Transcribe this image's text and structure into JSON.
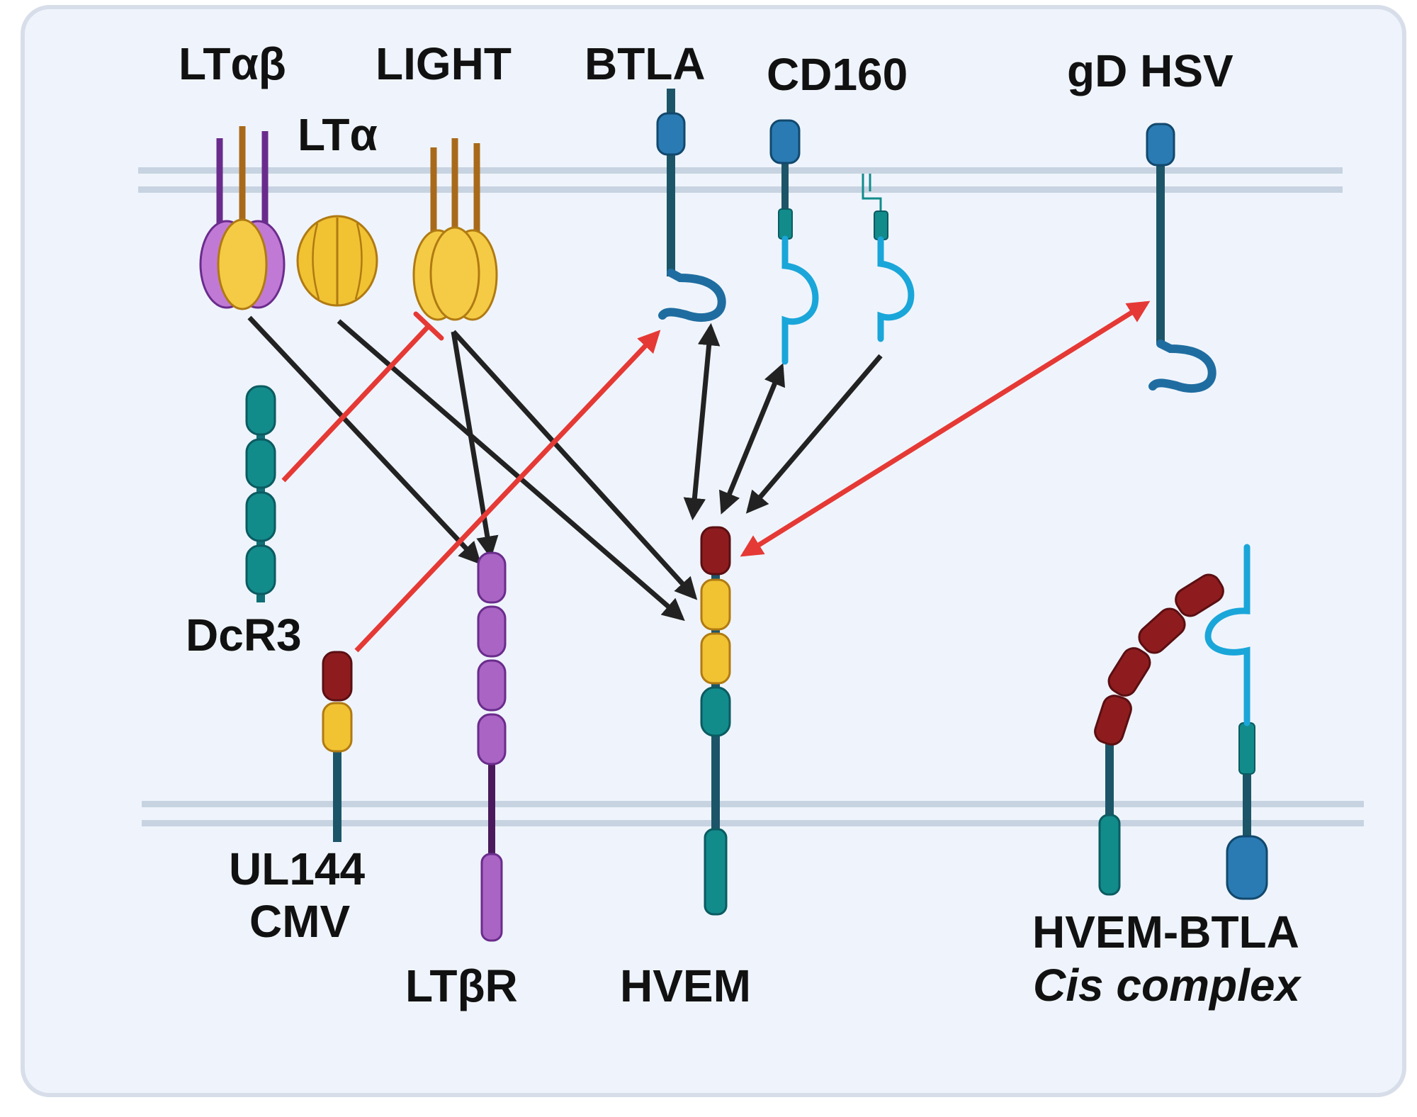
{
  "labels": {
    "lt_ab": "LTαβ",
    "light": "LIGHT",
    "btla": "BTLA",
    "cd160": "CD160",
    "gd_hsv": "gD HSV",
    "lt_a": "LTα",
    "dcr3": "DcR3",
    "ul144_line1": "UL144",
    "ul144_line2": "CMV",
    "ltbr": "LTβR",
    "hvem": "HVEM",
    "cis_line1": "HVEM-BTLA",
    "cis_line2": "Cis complex"
  },
  "colors": {
    "panel_bg": "#eff4fc",
    "panel_border": "#d8dee9",
    "membrane": "#c7d3e1",
    "arrow_black": "#222222",
    "arrow_red": "#e53935",
    "teal": "#128b8b",
    "dark_teal": "#1d5568",
    "blue": "#2a7bb3",
    "light_blue": "#1aa6d9",
    "purple": "#a964c4",
    "violet": "#c07ad6",
    "gold": "#f5cb45",
    "dark_red": "#8e1c1f"
  }
}
